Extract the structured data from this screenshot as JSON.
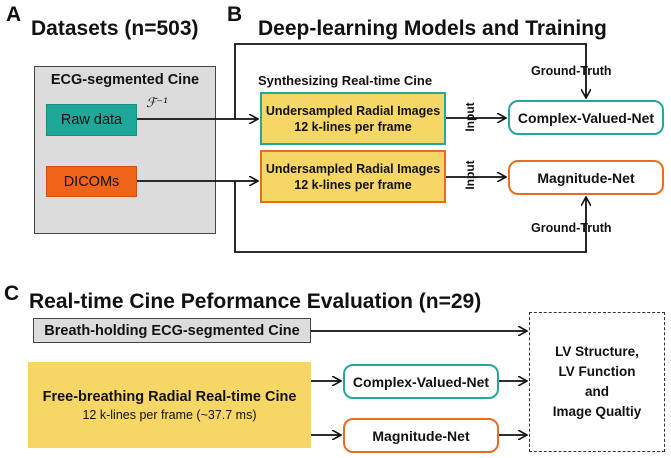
{
  "panelA": {
    "letter": "A",
    "title": "Datasets (n=503)",
    "group_label": "ECG-segmented Cine",
    "raw_data": "Raw data",
    "ifft_symbol": "ℱ⁻¹",
    "dicoms": "DICOMs"
  },
  "panelB": {
    "letter": "B",
    "title": "Deep-learning Models and Training",
    "synth_label": "Synthesizing Real-time Cine",
    "undersampled_1_line1": "Undersampled Radial Images",
    "undersampled_1_line2": "12 k-lines per frame",
    "undersampled_2_line1": "Undersampled Radial Images",
    "undersampled_2_line2": "12 k-lines per frame",
    "input_label_1": "Input",
    "input_label_2": "Input",
    "ground_truth_top": "Ground-Truth",
    "ground_truth_bottom": "Ground-Truth",
    "complex_net": "Complex-Valued-Net",
    "magnitude_net": "Magnitude-Net"
  },
  "panelC": {
    "letter": "C",
    "title": "Real-time Cine Peformance Evaluation (n=29)",
    "breath_holding": "Breath-holding ECG-segmented Cine",
    "free_line1": "Free-breathing Radial Real-time Cine",
    "free_line2": "12 k-lines per frame (~37.7 ms)",
    "complex_net": "Complex-Valued-Net",
    "magnitude_net": "Magnitude-Net",
    "eval_line1": "LV Structure,",
    "eval_line2": "LV Function",
    "eval_line3": "and",
    "eval_line4": "Image Qualtiy"
  },
  "colors": {
    "teal": "#1fa89a",
    "orange": "#ef6418",
    "yellow": "#f6d766",
    "gray": "#dcdcdc"
  }
}
